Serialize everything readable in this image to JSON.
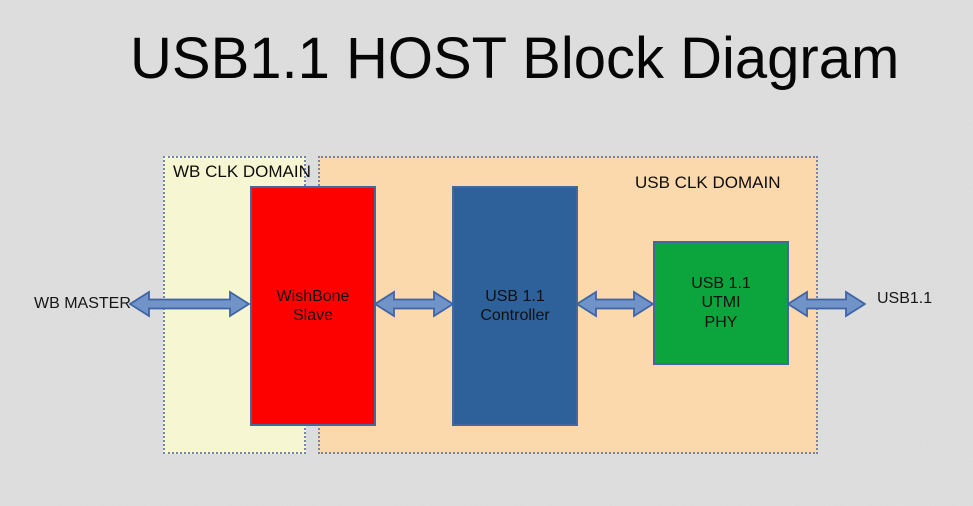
{
  "title": "USB1.1 HOST Block Diagram",
  "domains": [
    {
      "id": "wb-clk",
      "label": "WB CLK DOMAIN",
      "fill": "#f6f6d2"
    },
    {
      "id": "usb-clk",
      "label": "USB CLK DOMAIN",
      "fill": "#fcd8ad"
    }
  ],
  "blocks": [
    {
      "id": "wishbone-slave",
      "label": "WishBone\nSlave",
      "fill": "#fd0000"
    },
    {
      "id": "usb-controller",
      "label": "USB 1.1\nController",
      "fill": "#2e6199"
    },
    {
      "id": "utmi-phy",
      "label": "USB 1.1\nUTMI\nPHY",
      "fill": "#0ca43c"
    }
  ],
  "ports": {
    "left_label": "WB MASTER",
    "right_label": "USB1.1"
  },
  "connections": [
    {
      "from": "WB MASTER",
      "to": "WishBone Slave",
      "type": "bidirectional"
    },
    {
      "from": "WishBone Slave",
      "to": "USB 1.1 Controller",
      "type": "bidirectional"
    },
    {
      "from": "USB 1.1 Controller",
      "to": "USB 1.1 UTMI PHY",
      "type": "bidirectional"
    },
    {
      "from": "USB 1.1 UTMI PHY",
      "to": "USB1.1",
      "type": "bidirectional"
    }
  ],
  "colors": {
    "background": "#e0e0e0",
    "arrow_fill": "#7093c8",
    "arrow_stroke": "#3f64a5",
    "block_border": "#44679e",
    "domain_border": "#7585ad",
    "text": "#101010"
  }
}
